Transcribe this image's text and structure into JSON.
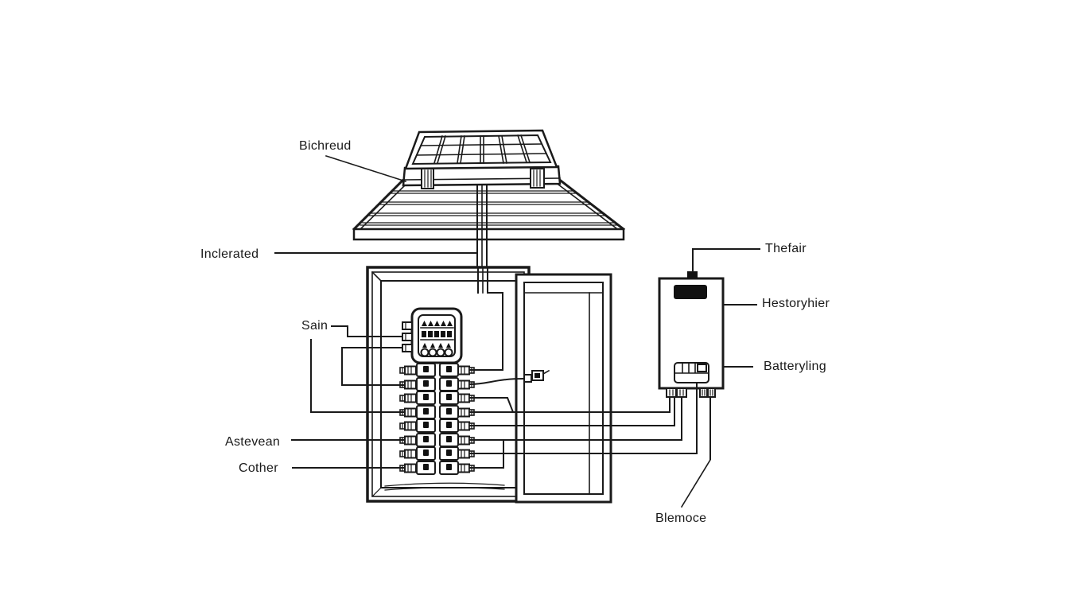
{
  "diagram": {
    "type": "technical-line-diagram",
    "subject": "solar panel array feeding a breaker cabinet and a charge-controller/battery unit",
    "colors": {
      "line": "#1a1a1a",
      "background": "#ffffff",
      "fill_dark": "#111111"
    },
    "labels": {
      "panel_mount": "Bichreud",
      "support_pole": "Inclerated",
      "meter": "Sain",
      "breaker_upper": "Astevean",
      "breaker_lower": "Cother",
      "input_terminal": "Thefair",
      "controller_unit": "Hestoryhier",
      "battery_module": "Batteryling",
      "output_cable": "Blemoce"
    }
  }
}
